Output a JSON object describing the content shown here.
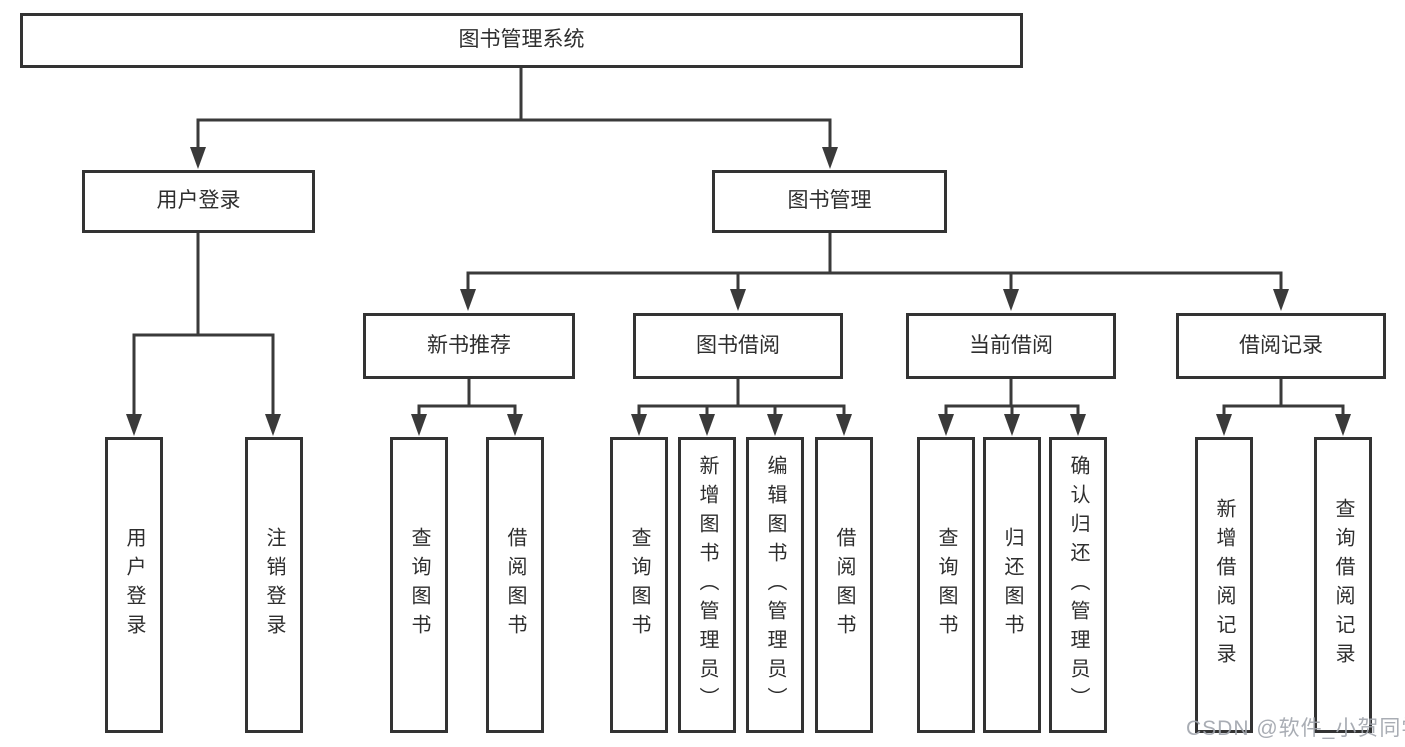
{
  "diagram": {
    "tree": {
      "root": "图书管理系统",
      "branches": [
        {
          "label": "用户登录",
          "children": [
            "用户登录",
            "注销登录"
          ]
        },
        {
          "label": "图书管理",
          "children": [
            {
              "label": "新书推荐",
              "children": [
                "查询图书",
                "借阅图书"
              ]
            },
            {
              "label": "图书借阅",
              "children": [
                "查询图书",
                "新增图书（管理员）",
                "编辑图书（管理员）",
                "借阅图书"
              ]
            },
            {
              "label": "当前借阅",
              "children": [
                "查询图书",
                "归还图书",
                "确认归还（管理员）"
              ]
            },
            {
              "label": "借阅记录",
              "children": [
                "新增借阅记录",
                "查询借阅记录"
              ]
            }
          ]
        }
      ]
    },
    "colors": {
      "line": "#3a3a3a",
      "border": "#333333",
      "text": "#2e2e2e",
      "watermark": "#a0a4ac",
      "background": "#ffffff"
    },
    "watermark": "CSDN @软件_小贺同学"
  }
}
